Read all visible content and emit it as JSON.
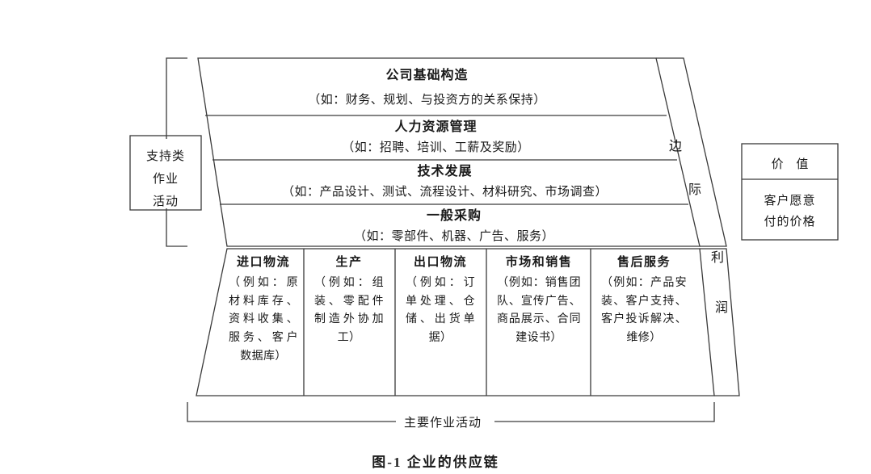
{
  "figure": {
    "caption": "图-1 企业的供应链",
    "watermark": ""
  },
  "left_bracket": {
    "label_lines": [
      "支持类",
      "作业",
      "活动"
    ]
  },
  "bottom_bracket": {
    "label": "主要作业活动"
  },
  "support_activities": [
    {
      "title": "公司基础构造",
      "examples": "（如：财务、规划、与投资方的关系保持）"
    },
    {
      "title": "人力资源管理",
      "examples": "（如：招聘、培训、工薪及奖励）"
    },
    {
      "title": "技术发展",
      "examples": "（如：产品设计、测试、流程设计、材料研究、市场调查）"
    },
    {
      "title": "一般采购",
      "examples": "（如：零部件、机器、广告、服务）"
    }
  ],
  "primary_activities": [
    {
      "title": "进口物流",
      "examples": "（例如：原材料库存、资料收集、服务、客户数据库）"
    },
    {
      "title": "生产",
      "examples": "（例如：组装、零配件制造外协加工）"
    },
    {
      "title": "出口物流",
      "examples": "（例如：订单处理、仓储、出货单据）"
    },
    {
      "title": "市场和销售",
      "examples": "（例如：销售团队、宣传广告、商品展示、合同建设书）"
    },
    {
      "title": "售后服务",
      "examples": "（例如：产品安装、客户支持、客户投诉解决、维修）"
    }
  ],
  "margin_band": {
    "upper_chars": [
      "边",
      "际"
    ],
    "lower_chars": [
      "利",
      "润"
    ]
  },
  "value_box": {
    "title": "价 值",
    "body_lines": [
      "客户愿意",
      "付的价格"
    ]
  },
  "colors": {
    "line": "#3a3a3a",
    "text": "#1a1a1a",
    "background": "#ffffff"
  }
}
